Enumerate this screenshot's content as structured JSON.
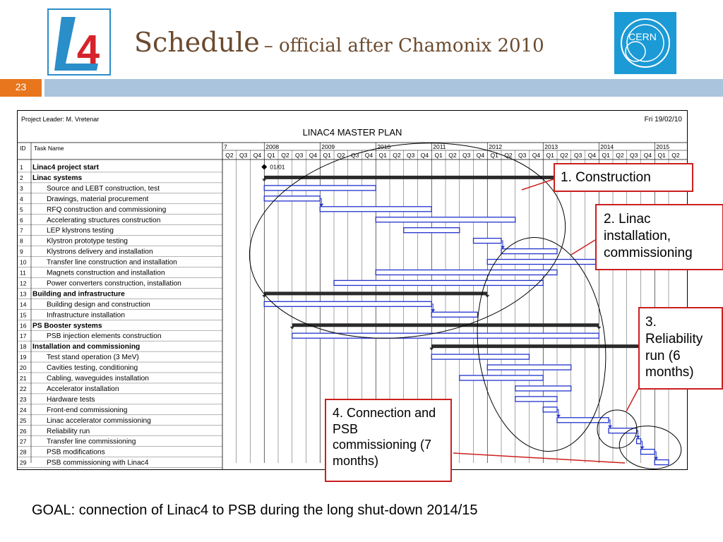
{
  "header": {
    "title_main": "Schedule",
    "title_sub": "– official after Chamonix 2010",
    "slide_number": "23",
    "left_logo_text": "4",
    "right_logo_text": "CERN",
    "colors": {
      "title": "#6b4a2e",
      "bar": "#a9c4dc",
      "slide_number_bg": "#e8761d",
      "logo_blue": "#2a8ec8",
      "logo_red": "#d6232a",
      "cern_bg": "#1b9ad6"
    }
  },
  "gantt": {
    "project_leader": "Project Leader: M. Vretenar",
    "date": "Fri 19/02/10",
    "title": "LINAC4 MASTER PLAN",
    "col_id": "ID",
    "col_task": "Task Name",
    "years": [
      "7",
      "2008",
      "2009",
      "2010",
      "2011",
      "2012",
      "2013",
      "2014",
      "2015"
    ],
    "quarters": [
      "Q2",
      "Q3",
      "Q4",
      "Q1",
      "Q2",
      "Q3",
      "Q4",
      "Q1",
      "Q2",
      "Q3",
      "Q4",
      "Q1",
      "Q2",
      "Q3",
      "Q4",
      "Q1",
      "Q2",
      "Q3",
      "Q4",
      "Q1",
      "Q2",
      "Q3",
      "Q4",
      "Q1",
      "Q2",
      "Q3",
      "Q4",
      "Q1",
      "Q2",
      "Q3",
      "Q4",
      "Q1",
      "Q2"
    ],
    "milestone_label": "01/01",
    "tasks": [
      {
        "id": "1",
        "name": "Linac4 project start",
        "summary": true,
        "milestone": 3
      },
      {
        "id": "2",
        "name": "Linac systems",
        "summary": true,
        "start": 3,
        "end": 27.5
      },
      {
        "id": "3",
        "name": "Source and LEBT construction, test",
        "start": 3,
        "end": 11
      },
      {
        "id": "4",
        "name": "Drawings, material procurement",
        "start": 3,
        "end": 7
      },
      {
        "id": "5",
        "name": "RFQ construction and commissioning",
        "start": 7,
        "end": 15
      },
      {
        "id": "6",
        "name": "Accelerating structures construction",
        "start": 11,
        "end": 21
      },
      {
        "id": "7",
        "name": "LEP klystrons testing",
        "start": 13,
        "end": 17
      },
      {
        "id": "8",
        "name": "Klystron prototype testing",
        "start": 18,
        "end": 20
      },
      {
        "id": "9",
        "name": "Klystrons delivery and installation",
        "start": 20,
        "end": 24
      },
      {
        "id": "10",
        "name": "Transfer line construction and installation",
        "start": 19,
        "end": 27
      },
      {
        "id": "11",
        "name": "Magnets construction and installation",
        "start": 11,
        "end": 24
      },
      {
        "id": "12",
        "name": "Power converters construction, installation",
        "start": 8,
        "end": 23
      },
      {
        "id": "13",
        "name": "Building and infrastructure",
        "summary": true,
        "start": 3,
        "end": 19
      },
      {
        "id": "14",
        "name": "Building design and construction",
        "start": 3,
        "end": 15
      },
      {
        "id": "15",
        "name": "Infrastructure installation",
        "start": 15,
        "end": 18.3
      },
      {
        "id": "16",
        "name": "PS Booster systems",
        "summary": true,
        "start": 5,
        "end": 27
      },
      {
        "id": "17",
        "name": "PSB injection elements construction",
        "start": 5,
        "end": 27
      },
      {
        "id": "18",
        "name": "Installation and commissioning",
        "summary": true,
        "start": 15,
        "end": 32
      },
      {
        "id": "19",
        "name": "Test stand operation (3 MeV)",
        "start": 15,
        "end": 22
      },
      {
        "id": "20",
        "name": "Cavities testing, conditioning",
        "start": 19,
        "end": 25
      },
      {
        "id": "21",
        "name": "Cabling, waveguides installation",
        "start": 17,
        "end": 23
      },
      {
        "id": "22",
        "name": "Accelerator installation",
        "start": 21,
        "end": 25
      },
      {
        "id": "23",
        "name": "Hardware tests",
        "start": 21,
        "end": 24
      },
      {
        "id": "24",
        "name": "Front-end commissioning",
        "start": 23,
        "end": 24
      },
      {
        "id": "25",
        "name": "Linac accelerator commissioning",
        "start": 24,
        "end": 27.7
      },
      {
        "id": "26",
        "name": "Reliability run",
        "start": 27.7,
        "end": 29.7
      },
      {
        "id": "27",
        "name": "Transfer line commissioning",
        "start": 29.7,
        "end": 30
      },
      {
        "id": "28",
        "name": "PSB modifications",
        "start": 30,
        "end": 31
      },
      {
        "id": "29",
        "name": "PSB commissioning with Linac4",
        "start": 31,
        "end": 32
      }
    ]
  },
  "callouts": [
    {
      "text": "1. Construction"
    },
    {
      "text": "2. Linac installation, commissioning"
    },
    {
      "text": "3. Reliability run (6 months)"
    },
    {
      "text": "4. Connection and PSB commissioning (7 months)"
    }
  ],
  "goal": "GOAL: connection of Linac4 to PSB during the long shut-down 2014/15"
}
